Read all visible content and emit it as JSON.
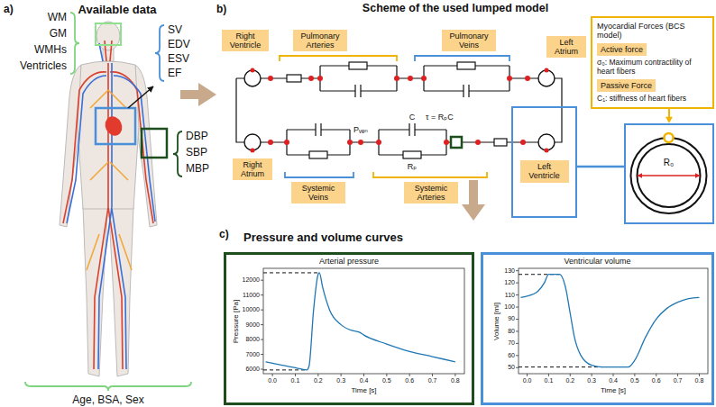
{
  "diagram": {
    "nodes": [
      {
        "text": [
          "a)",
          "Available data"
        ]
      },
      {
        "text": [
          "b)",
          "Scheme of the used lumped model"
        ]
      },
      {
        "text": [
          "Right Ventricle"
        ],
        "in": 1
      },
      {
        "text": [
          "Pulmonary Arteries"
        ],
        "in": 1
      },
      {
        "text": [
          "Pulmonary Veins"
        ],
        "in": 1
      },
      {
        "text": [
          "Left Atrium"
        ],
        "in": 1
      },
      {
        "text": [
          "Right Atrium"
        ],
        "in": 1
      },
      {
        "text": [
          "Systemic Veins"
        ],
        "in": 1
      },
      {
        "text": [
          "Systemic Arteries"
        ],
        "in": 1
      },
      {
        "text": [
          "Left Ventricle"
        ],
        "in": 1
      },
      {
        "text": [
          "Myocardial Forces (BCS model)",
          "σ₀: Maximum contractility of heart fibers",
          "C₁: stiffness of heart fibers"
        ],
        "in": 1
      },
      {
        "text": [
          "Active force"
        ],
        "in": 10
      },
      {
        "text": [
          "Passive Force"
        ],
        "in": 10
      },
      {
        "text": [
          "R₀"
        ],
        "in": 1
      },
      {
        "text": [
          "c)",
          "Pressure and volume curves"
        ]
      },
      {
        "text": [
          "Arterial pressure"
        ],
        "in": 14
      },
      {
        "text": [
          "Ventricular volume"
        ],
        "in": 14
      }
    ],
    "edges": [
      {
        "from": 0,
        "to": 1,
        "arrow": "to"
      },
      {
        "from": 1,
        "to": 14,
        "arrow": "to"
      },
      {
        "from": 9,
        "to": 13,
        "arrow": "none"
      },
      {
        "from": 10,
        "to": 13,
        "arrow": "to"
      }
    ],
    "labels": [
      "WM",
      "GM",
      "WMHs",
      "Ventricles",
      "SV",
      "EDV",
      "ESV",
      "EF",
      "DBP",
      "SBP",
      "MBP",
      "Age, BSA, Sex",
      "C",
      "τ = RₚC",
      "Rₚ",
      "Pᵥₑₙ",
      "Pressure [Pa]",
      "Time [s]",
      "6000",
      "7000",
      "8000",
      "9000",
      "10000",
      "11000",
      "12000",
      "0.0",
      "0.1",
      "0.2",
      "0.3",
      "0.4",
      "0.5",
      "0.6",
      "0.7",
      "0.8",
      "Volume [ml]",
      "Time [s]",
      "50",
      "60",
      "70",
      "80",
      "90",
      "100",
      "110",
      "120",
      "130",
      "0.0",
      "0.1",
      "0.2",
      "0.3",
      "0.4",
      "0.5",
      "0.6",
      "0.7",
      "0.8"
    ]
  }
}
